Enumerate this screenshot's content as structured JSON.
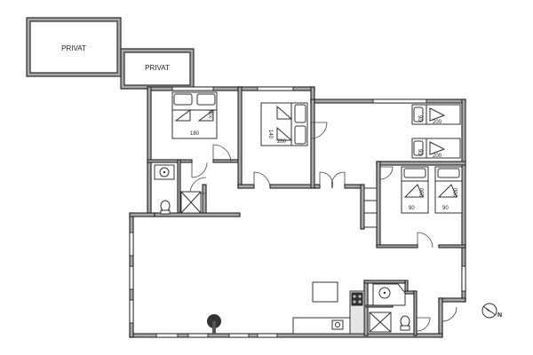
{
  "rooms": {
    "private_1": "PRIVAT",
    "private_2": "PRIVAT"
  },
  "beds": {
    "double_a_length": "180",
    "double_a_width": "200",
    "double_b_length": "140",
    "double_b_width": "200",
    "single_top_1_w": "90",
    "single_top_1_l": "200",
    "single_top_2_w": "90",
    "single_top_2_l": "200",
    "single_bottom_1_w": "90",
    "single_bottom_1_l": "200",
    "single_bottom_2_w": "90",
    "single_bottom_2_l": "200"
  },
  "compass": {
    "direction": "N"
  },
  "colors": {
    "wall": "#a8a8a8",
    "line": "#2f2f2f",
    "stove": "#333333"
  }
}
